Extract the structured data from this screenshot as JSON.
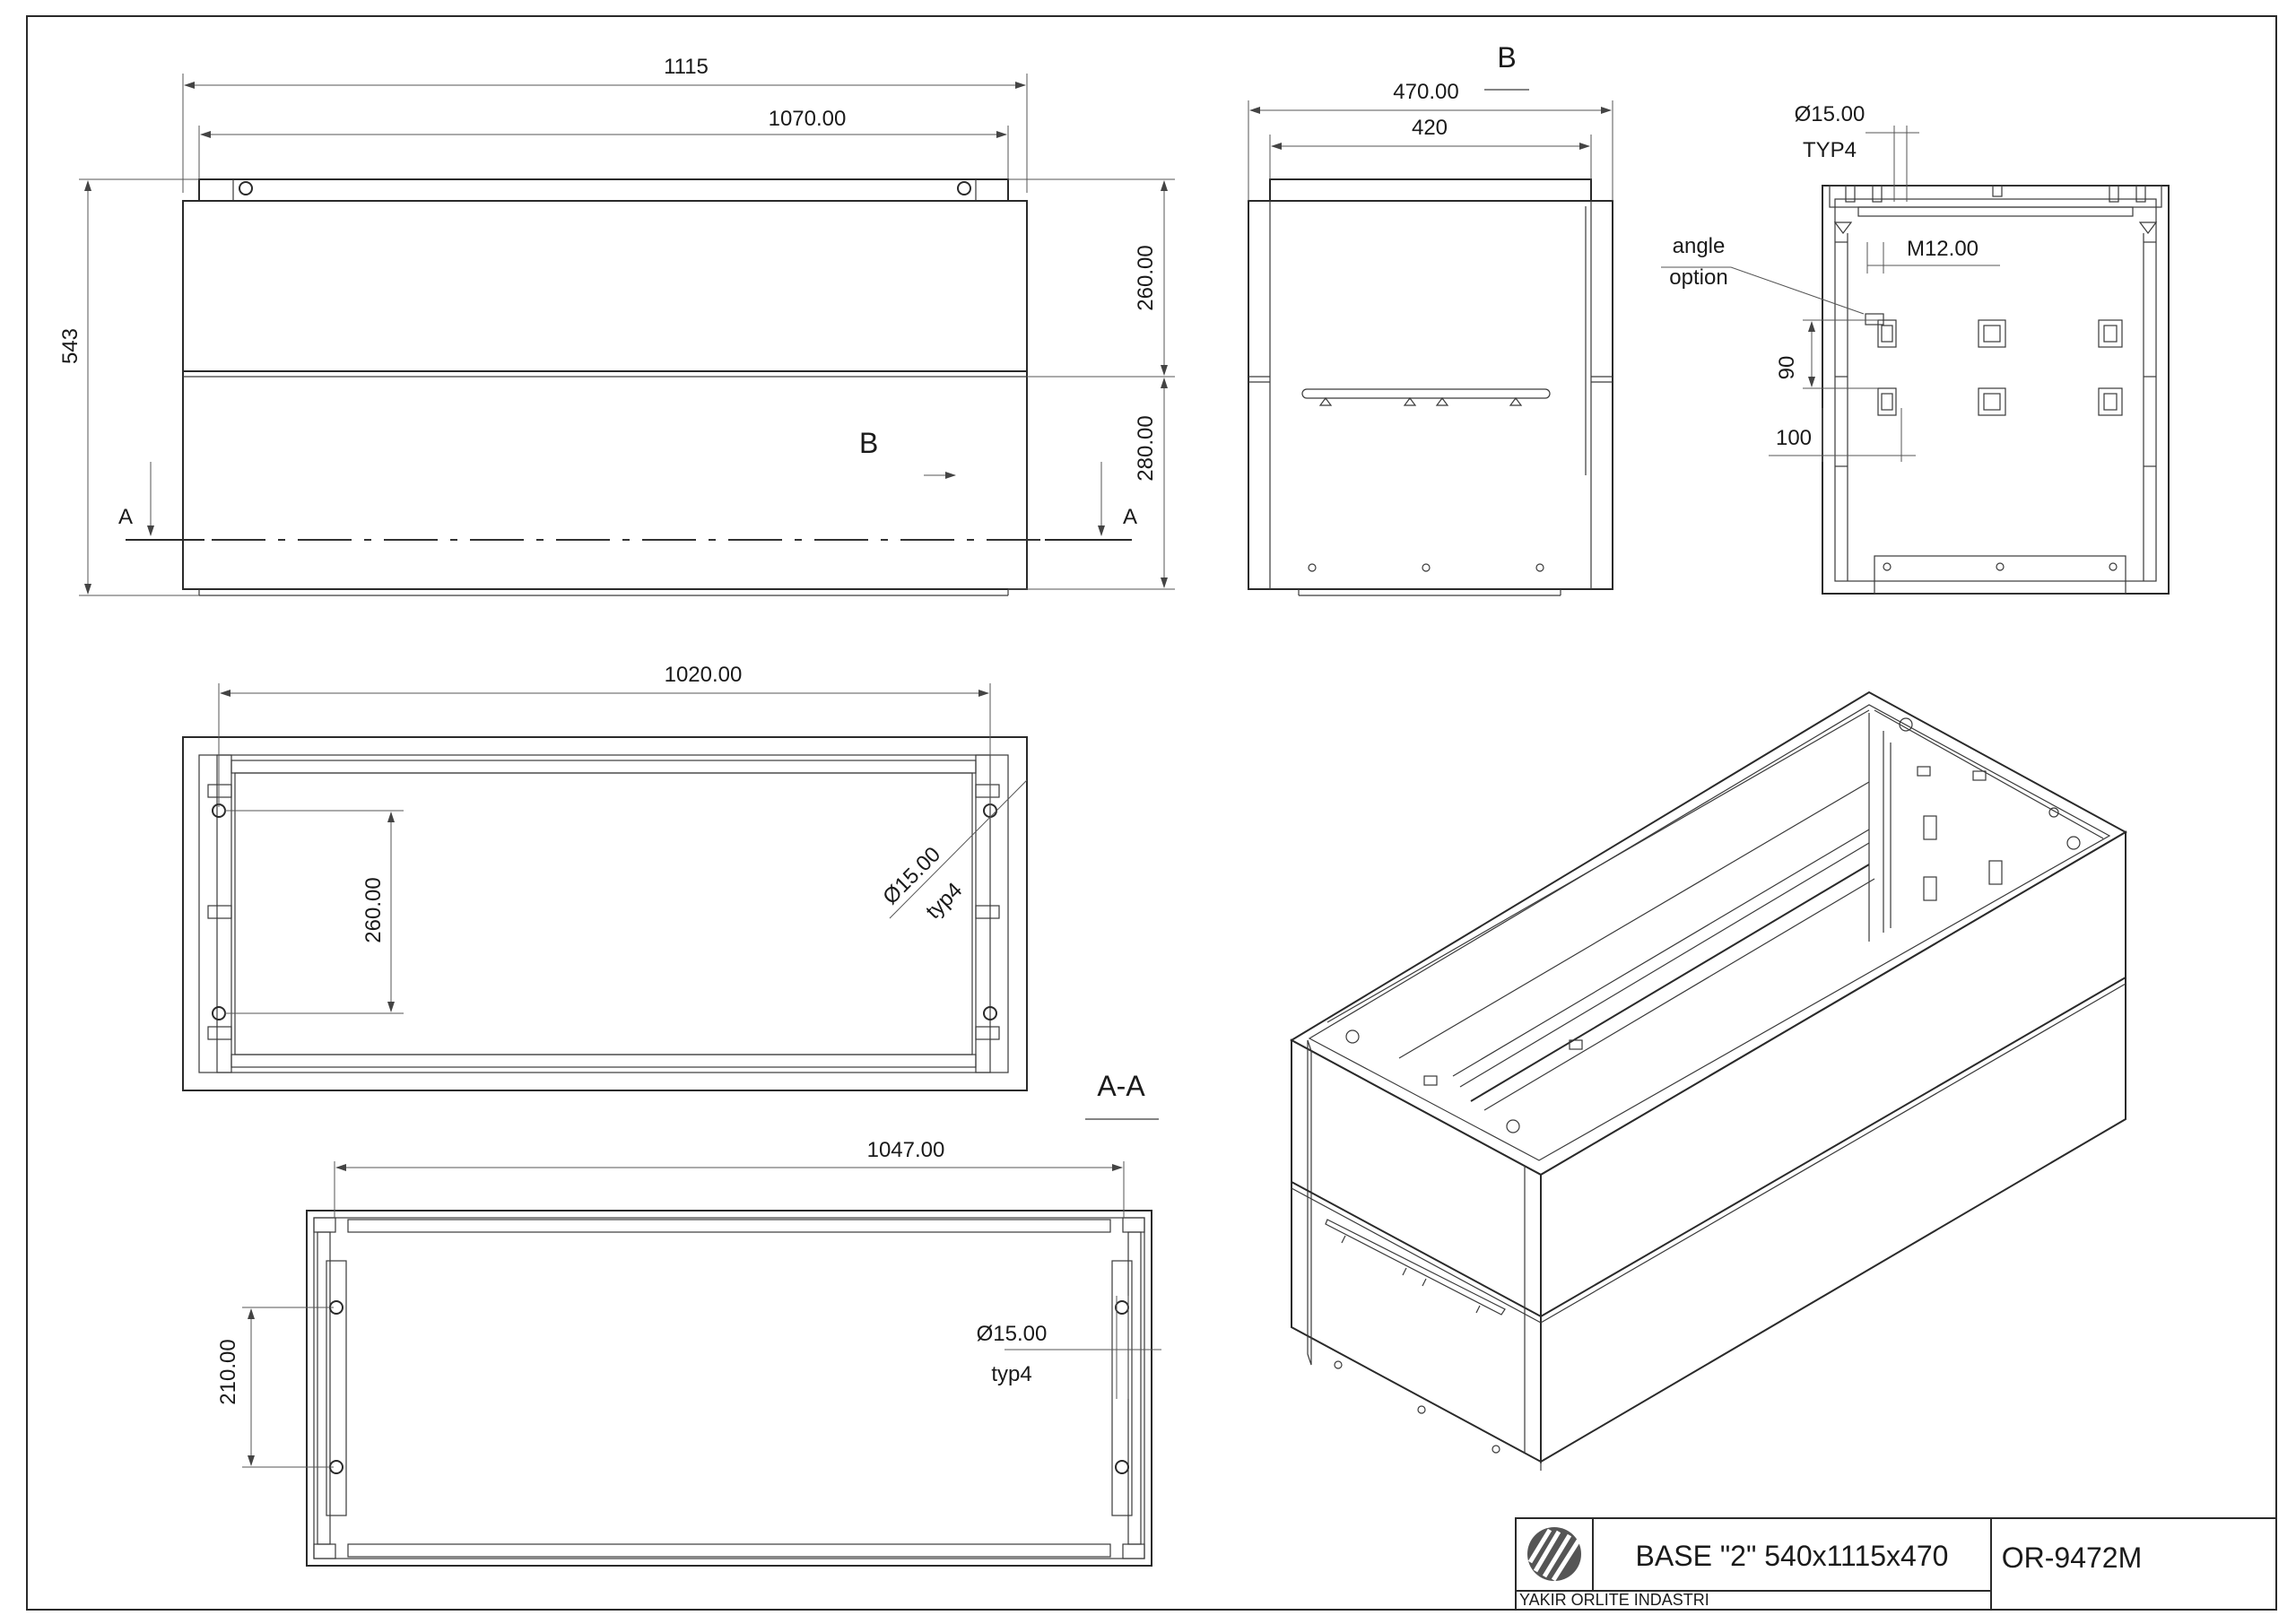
{
  "front_view": {
    "dim_total_width": "1115",
    "dim_hole_span": "1070.00",
    "dim_height": "543",
    "dim_upper": "260.00",
    "dim_lower": "280.00",
    "view_arrow": "B",
    "section_left": "A",
    "section_right": "A"
  },
  "side_view": {
    "title": "B",
    "dim_outer": "470.00",
    "dim_inner": "420"
  },
  "top_right_view": {
    "hole_dia": "Ø15.00",
    "hole_typ": "TYP4",
    "thread": "M12.00",
    "angle_label_1": "angle",
    "angle_label_2": "option",
    "dim_vertical": "90",
    "dim_horizontal": "100"
  },
  "plan_view": {
    "dim_width": "1020.00",
    "dim_height": "260.00",
    "hole_dia": "Ø15.00",
    "hole_typ": "typ4"
  },
  "section_view": {
    "title": "A-A",
    "dim_width": "1047.00",
    "dim_height": "210.00",
    "hole_dia": "Ø15.00",
    "hole_typ": "typ4"
  },
  "title_block": {
    "description": "BASE \"2\" 540x1115x470",
    "part_number": "OR-9472M",
    "company": "YAKIR ORLITE INDASTRI"
  }
}
